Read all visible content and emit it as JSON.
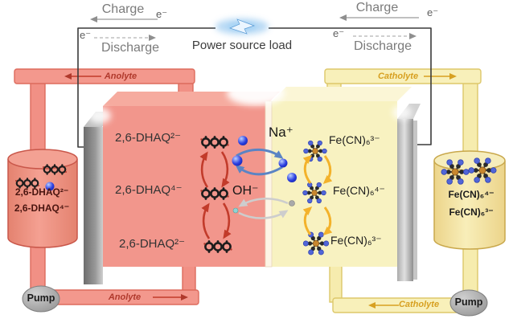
{
  "circuit": {
    "left": {
      "charge": "Charge",
      "electron_top": "e⁻",
      "electron_bottom": "e⁻",
      "discharge": "Discharge"
    },
    "right": {
      "charge": "Charge",
      "electron_top": "e⁻",
      "electron_bottom": "e⁻",
      "discharge": "Discharge"
    },
    "power_label": "Power source load"
  },
  "loops": {
    "anolyte_top": "Anolyte",
    "anolyte_bottom": "Anolyte",
    "catholyte_top": "Catholyte",
    "catholyte_bottom": "Catholyte"
  },
  "tanks": {
    "anolyte": {
      "line1": "2,6-DHAQ²⁻",
      "line2": "2,6-DHAQ⁴⁻"
    },
    "catholyte": {
      "line1": "Fe(CN)₆⁴⁻",
      "line2": "Fe(CN)₆³⁻"
    }
  },
  "cell": {
    "anode_species": [
      "2,6-DHAQ²⁻",
      "2,6-DHAQ⁴⁻",
      "2,6-DHAQ²⁻"
    ],
    "cathode_species": [
      "Fe(CN)₆³⁻",
      "Fe(CN)₆⁴⁻",
      "Fe(CN)₆³⁻"
    ],
    "cation": "Na⁺",
    "anion": "OH⁻"
  },
  "pumps": {
    "left": "Pump",
    "right": "Pump"
  },
  "colors": {
    "anolyte_fill": "#f2968c",
    "catholyte_fill": "#f8f2c1",
    "anolyte_label": "#b0392c",
    "catholyte_label": "#d7a021",
    "wire": "#3a3a3a",
    "red_arrow": "#c23b2b",
    "yellow_arrow": "#f3b22b",
    "sodium_blue": "#2b3fe0",
    "spark_blue": "#6fb3ea"
  }
}
